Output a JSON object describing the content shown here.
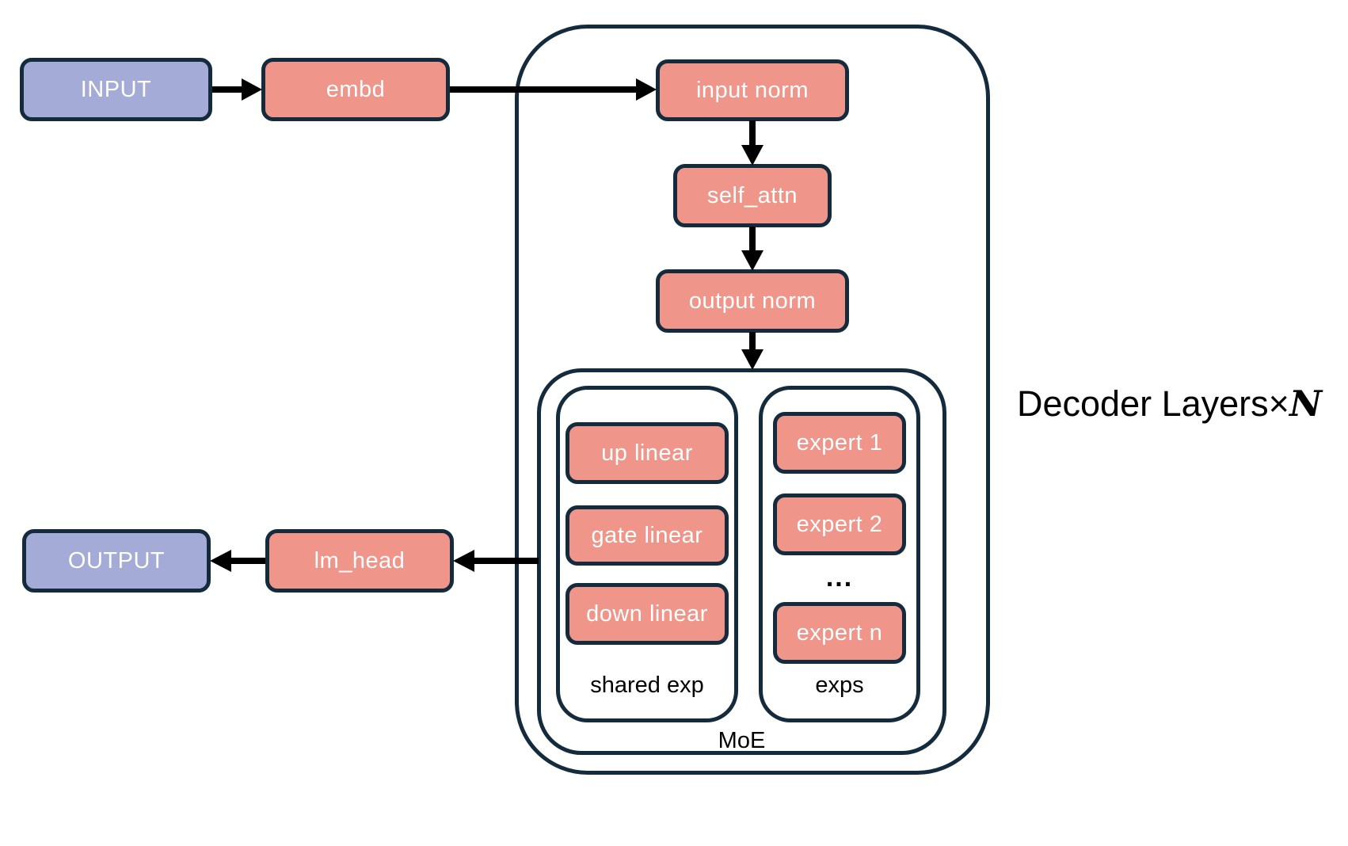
{
  "title": {
    "prefix": "Decoder Layers×",
    "n": "N"
  },
  "nodes": {
    "input": "INPUT",
    "embd": "embd",
    "input_norm": "input norm",
    "self_attn": "self_attn",
    "output_norm": "output norm",
    "lm_head": "lm_head",
    "output": "OUTPUT"
  },
  "moe": {
    "label": "MoE",
    "shared": {
      "label": "shared exp",
      "items": [
        "up linear",
        "gate linear",
        "down linear"
      ]
    },
    "experts": {
      "label": "exps",
      "items": [
        "expert 1",
        "expert 2",
        "expert n"
      ],
      "ellipsis": "..."
    }
  },
  "colors": {
    "node_fill": "#ef9589",
    "io_fill": "#a3abd6",
    "border": "#142b3d",
    "arrow": "#000000",
    "node_text": "#ffffff",
    "label_text": "#000000",
    "background": "#ffffff"
  }
}
